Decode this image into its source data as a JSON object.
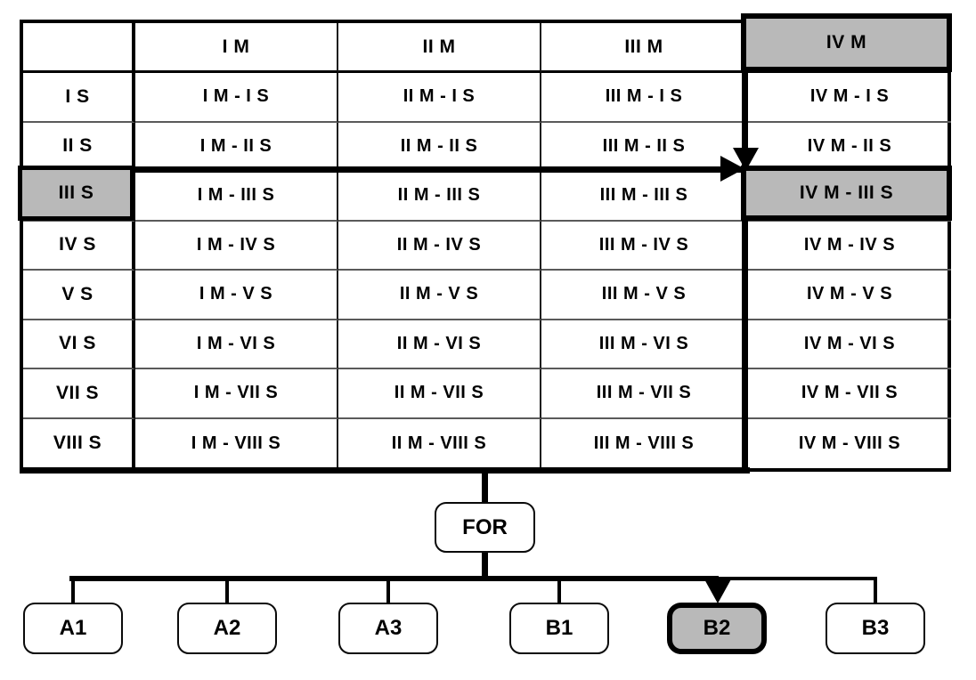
{
  "table": {
    "corner_label": "",
    "col_headers": [
      "I M",
      "II M",
      "III M",
      "IV M"
    ],
    "rows": [
      {
        "header": "I S",
        "cells": [
          "I M - I S",
          "II M - I S",
          "III M - I S",
          "IV M - I S"
        ]
      },
      {
        "header": "II S",
        "cells": [
          "I M - II S",
          "II M - II S",
          "III M - II S",
          "IV M - II S"
        ]
      },
      {
        "header": "III S",
        "cells": [
          "I M - III S",
          "II M - III S",
          "III M - III S",
          "IV M - III S"
        ]
      },
      {
        "header": "IV S",
        "cells": [
          "I M - IV S",
          "II M - IV S",
          "III M - IV S",
          "IV M - IV S"
        ]
      },
      {
        "header": "V S",
        "cells": [
          "I M - V S",
          "II M - V S",
          "III M - V S",
          "IV M - V S"
        ]
      },
      {
        "header": "VI S",
        "cells": [
          "I M - VI S",
          "II M - VI S",
          "III M - VI S",
          "IV M - VI S"
        ]
      },
      {
        "header": "VII S",
        "cells": [
          "I M - VII S",
          "II M - VII S",
          "III M - VII S",
          "IV M - VII S"
        ]
      },
      {
        "header": "VIII S",
        "cells": [
          "I M - VIII S",
          "II M - VIII S",
          "III M - VIII S",
          "IV M - VIII S"
        ]
      }
    ],
    "highlighted_col_index": 3,
    "highlighted_row_index": 2
  },
  "flow": {
    "for_label": "FOR",
    "leaves": [
      "A1",
      "A2",
      "A3",
      "B1",
      "B2",
      "B3"
    ],
    "highlighted_leaf": "B2"
  },
  "colors": {
    "highlight_fill": "#b9b9b9",
    "line": "#000000"
  }
}
